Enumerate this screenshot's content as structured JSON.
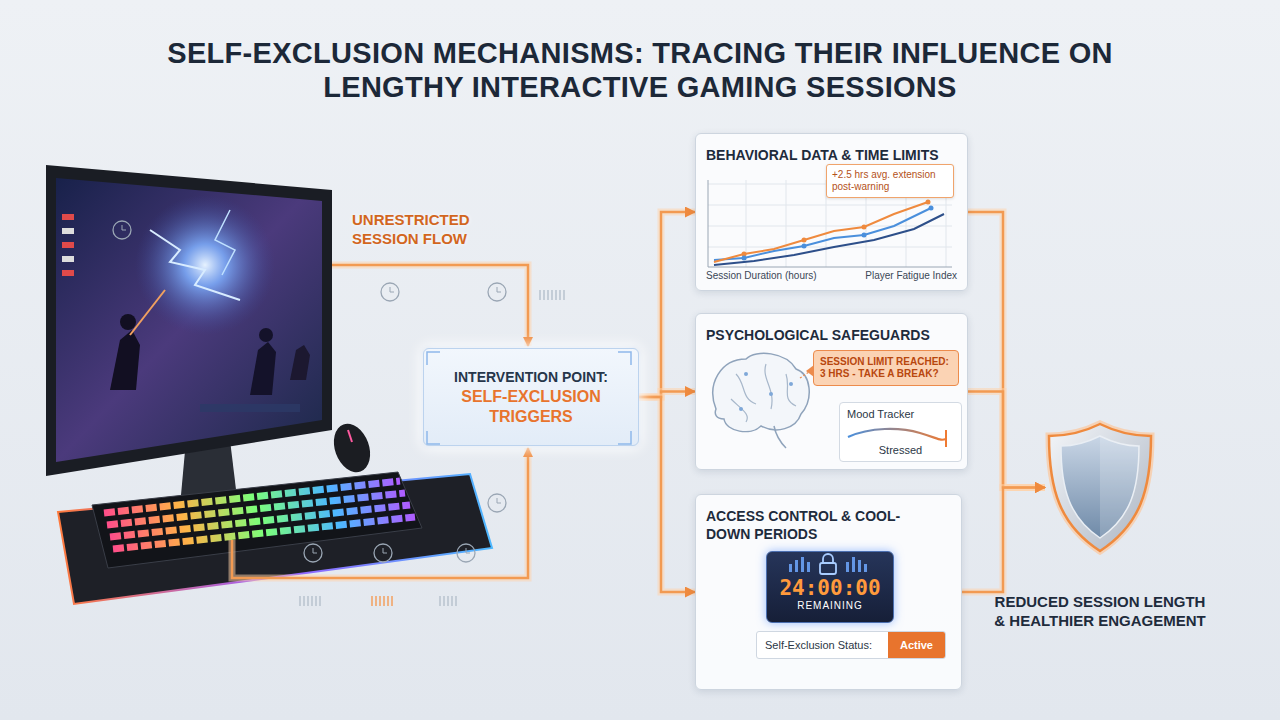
{
  "diagram": {
    "title": "SELF-EXCLUSION MECHANISMS: TRACING THEIR INFLUENCE ON LENGTHY INTERACTIVE GAMING SESSIONS",
    "nodes": [
      {
        "text": [
          "INTERVENTION POINT:",
          "SELF-EXCLUSION TRIGGERS"
        ]
      },
      {
        "text": [
          "BEHAVIORAL DATA & TIME LIMITS",
          "Session Duration (hours)",
          "Player Fatigue Index"
        ]
      },
      {
        "text": [
          "+2.5 hrs avg. extension post-warning"
        ],
        "in": 1
      },
      {
        "text": [
          "PSYCHOLOGICAL SAFEGUARDS"
        ]
      },
      {
        "text": [
          "SESSION LIMIT REACHED: 3 HRS - TAKE A BREAK?"
        ],
        "in": 3
      },
      {
        "text": [
          "Mood Tracker",
          "Stressed"
        ],
        "in": 3
      },
      {
        "text": [
          "ACCESS CONTROL & COOL-DOWN PERIODS"
        ]
      },
      {
        "text": [
          "24:00:00",
          "REMAINING"
        ],
        "in": 6
      },
      {
        "text": [
          "Self-Exclusion Status:",
          "Active"
        ],
        "in": 6
      },
      {
        "text": [
          "REDUCED SESSION LENGTH & HEALTHIER ENGAGEMENT"
        ]
      }
    ],
    "edges": [
      {
        "from": 0,
        "to": 1,
        "arrow": "to"
      },
      {
        "from": 0,
        "to": 3,
        "arrow": "to"
      },
      {
        "from": 0,
        "to": 6,
        "arrow": "to"
      },
      {
        "from": 1,
        "to": 9,
        "arrow": "to"
      },
      {
        "from": 3,
        "to": 9,
        "arrow": "to"
      },
      {
        "from": 6,
        "to": 9,
        "arrow": "to"
      }
    ],
    "labels": [
      "UNRESTRICTED SESSION FLOW"
    ]
  }
}
